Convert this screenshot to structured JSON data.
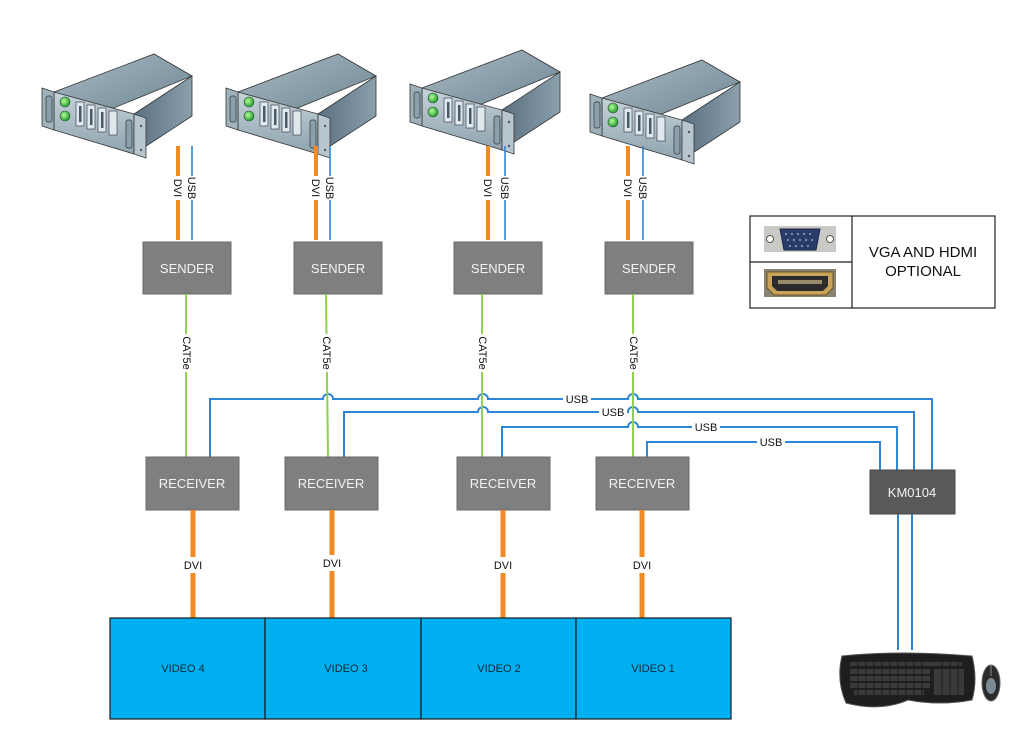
{
  "colors": {
    "dvi": "#f08a24",
    "usb": "#2f86d6",
    "cat5e": "#8fd14f",
    "box": "#7f7f7f",
    "switch_box": "#595959",
    "video": "#00b0f0"
  },
  "columns": [
    {
      "server_icon": "rack-server-icon",
      "server_dvi_label": "DVI",
      "server_usb_label": "USB",
      "sender_label": "SENDER",
      "link_label": "CAT5e",
      "receiver_label": "RECEIVER",
      "display_link_label": "DVI",
      "video_label": "VIDEO 4"
    },
    {
      "server_icon": "rack-server-icon",
      "server_dvi_label": "DVI",
      "server_usb_label": "USB",
      "sender_label": "SENDER",
      "link_label": "CAT5e",
      "receiver_label": "RECEIVER",
      "display_link_label": "DVI",
      "video_label": "VIDEO 3"
    },
    {
      "server_icon": "rack-server-icon",
      "server_dvi_label": "DVI",
      "server_usb_label": "USB",
      "sender_label": "SENDER",
      "link_label": "CAT5e",
      "receiver_label": "RECEIVER",
      "display_link_label": "DVI",
      "video_label": "VIDEO 2"
    },
    {
      "server_icon": "rack-server-icon",
      "server_dvi_label": "DVI",
      "server_usb_label": "USB",
      "sender_label": "SENDER",
      "link_label": "CAT5e",
      "receiver_label": "RECEIVER",
      "display_link_label": "DVI",
      "video_label": "VIDEO 1"
    }
  ],
  "usb_links": [
    {
      "label": "USB"
    },
    {
      "label": "USB"
    },
    {
      "label": "USB"
    },
    {
      "label": "USB"
    }
  ],
  "km_switch": {
    "label": "KM0104",
    "peripherals_icon": "keyboard-mouse-icon"
  },
  "legend": {
    "icons": [
      "vga-connector-icon",
      "hdmi-connector-icon"
    ],
    "line1": "VGA AND HDMI",
    "line2": "OPTIONAL"
  }
}
